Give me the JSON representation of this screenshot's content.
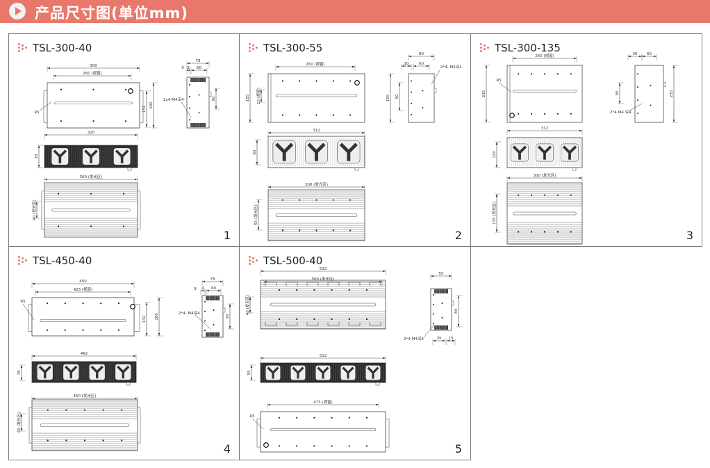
{
  "header": {
    "title": "产品尺寸图(单位mm)",
    "icon": "play-circle-icon",
    "color": "#e8786c"
  },
  "panels": [
    {
      "model": "TSL-300-40",
      "number": "1",
      "dims": {
        "front_w": "300",
        "window": "260 (视窗)",
        "h1": "132",
        "h2": "180",
        "r": "R5",
        "side_w": "78",
        "side_a": "9",
        "side_b": "60",
        "side_h": "90",
        "hole": "2x4-M4深4",
        "fan_w": "320",
        "fan_h": "78",
        "emit_w": "300 (发光区)",
        "emit_h": "40 (发光区)"
      }
    },
    {
      "model": "TSL-300-55",
      "number": "2",
      "dims": {
        "front_h": "155",
        "window": "260 (视窗)",
        "win_h": "10 (视窗)",
        "side_w": "80",
        "side_a": "10",
        "side_b": "60",
        "side_h": "155",
        "side_c": "90",
        "hole": "2*4- M4深4",
        "fan_w": "312",
        "fan_h": "80",
        "emit_w": "300 (发光区)",
        "emit_h": "55 (发光区)"
      }
    },
    {
      "model": "TSL-300-135",
      "number": "3",
      "dims": {
        "front_h": "235",
        "window": "260 (视窗)",
        "r": "R5",
        "side_a": "30",
        "side_b": "60",
        "side_h": "235",
        "side_c": "90",
        "hole": "2*4 M4 深4",
        "fan_w": "312",
        "fan_h": "120",
        "emit_w": "300 (发光区)",
        "emit_h": "135 (发光区)"
      }
    },
    {
      "model": "TSL-450-40",
      "number": "4",
      "dims": {
        "front_w": "450",
        "window": "425 (视窗)",
        "h1": "132",
        "h2": "180",
        "r": "R5",
        "side_w": "78",
        "side_a": "9",
        "side_b": "60",
        "side_h": "90",
        "hole": "2*4- M4深4",
        "fan_w": "462",
        "fan_h": "78",
        "emit_w": "450 (发光区)",
        "emit_h": "40 (发光区)"
      }
    },
    {
      "model": "TSL-500-40",
      "number": "5",
      "dims": {
        "top_w": "512",
        "emit_w": "500 (发光区)",
        "emit_h": "40 (发光区)",
        "side_w": "55",
        "side_h": "84",
        "side_a": "35",
        "side_b": "15",
        "hole": "2*4-M4深4",
        "fan_w": "512",
        "fan_h": "55",
        "window": "475 (视窗)",
        "r": "R5"
      }
    }
  ]
}
